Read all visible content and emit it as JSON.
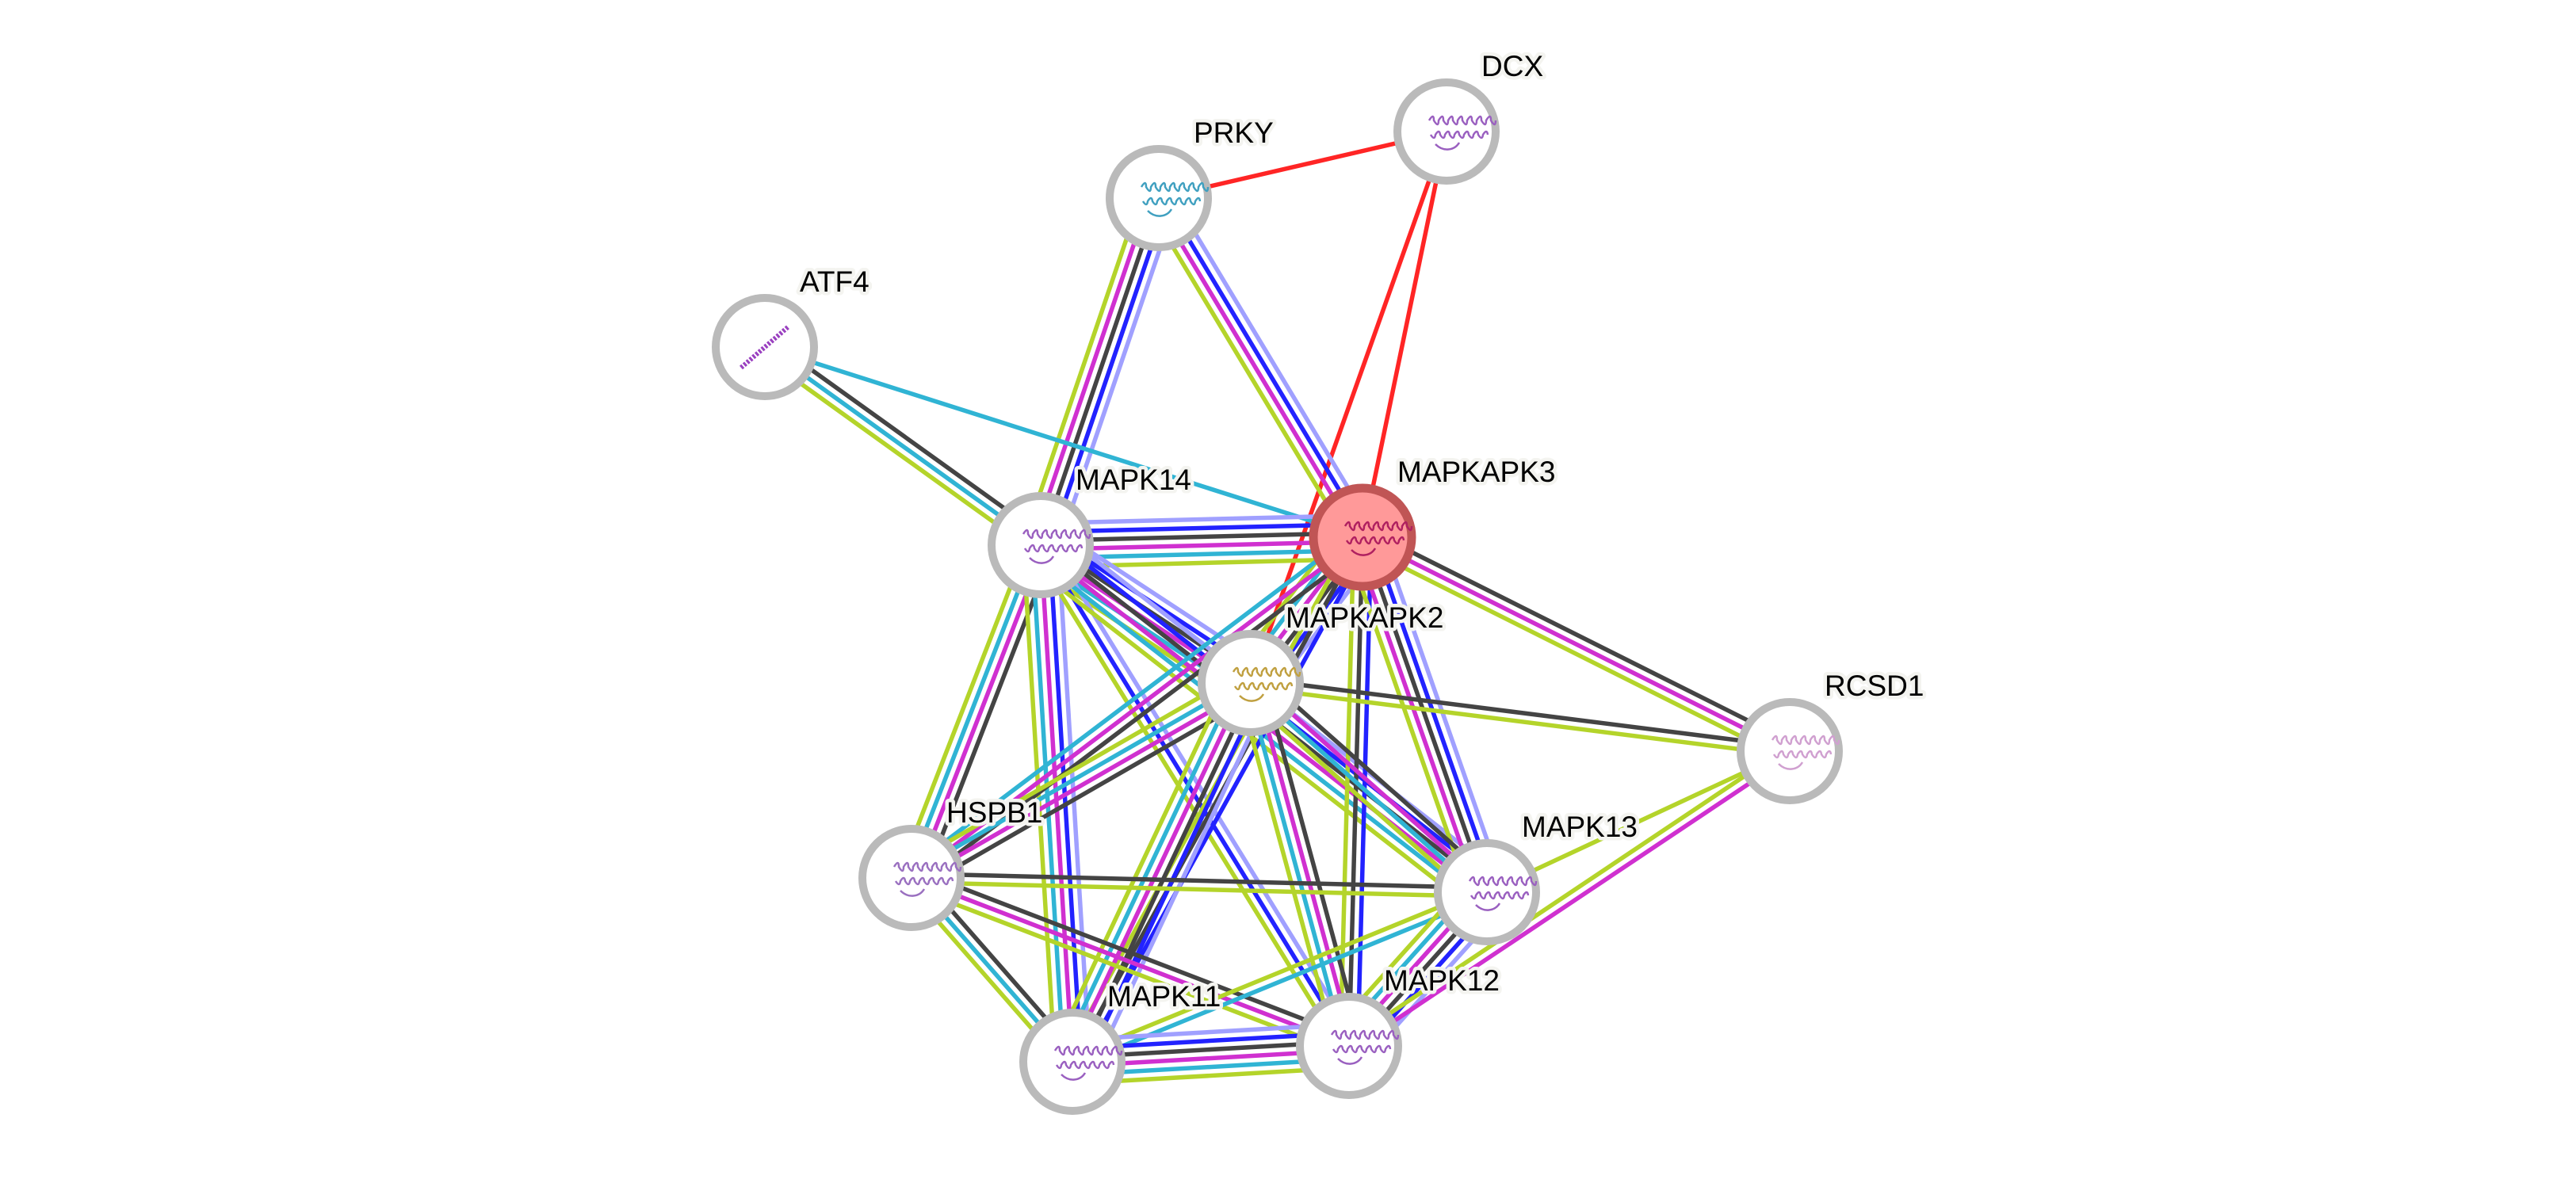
{
  "network": {
    "evidence_colors": {
      "homology": "#a0a0ff",
      "cooccurrence": "#2222ff",
      "coexpression": "#444444",
      "experiments": "#d030d0",
      "databases": "#30b4d4",
      "textmining": "#b4d42a",
      "fusion": "#ff2525"
    },
    "nodes": [
      {
        "name": "DCX",
        "query": false,
        "structure_color": "#9a60c0"
      },
      {
        "name": "PRKY",
        "query": false,
        "structure_color": "#40a0c0"
      },
      {
        "name": "ATF4",
        "query": false,
        "structure_color": "#9a40c0"
      },
      {
        "name": "MAPK14",
        "query": false,
        "structure_color": "#9a60c0"
      },
      {
        "name": "MAPKAPK3",
        "query": true,
        "structure_color": "#b02060"
      },
      {
        "name": "MAPKAPK2",
        "query": false,
        "structure_color": "#c0a040"
      },
      {
        "name": "RCSD1",
        "query": false,
        "structure_color": "#d0a0d0"
      },
      {
        "name": "HSPB1",
        "query": false,
        "structure_color": "#9a70c0"
      },
      {
        "name": "MAPK13",
        "query": false,
        "structure_color": "#9a60c0"
      },
      {
        "name": "MAPK11",
        "query": false,
        "structure_color": "#9a60c0"
      },
      {
        "name": "MAPK12",
        "query": false,
        "structure_color": "#9a60c0"
      }
    ],
    "edges": [
      {
        "a": "PRKY",
        "b": "DCX",
        "ev": [
          "fusion"
        ]
      },
      {
        "a": "DCX",
        "b": "MAPKAPK3",
        "ev": [
          "fusion"
        ]
      },
      {
        "a": "DCX",
        "b": "MAPKAPK2",
        "ev": [
          "fusion"
        ]
      },
      {
        "a": "PRKY",
        "b": "MAPK14",
        "ev": [
          "homology",
          "cooccurrence",
          "coexpression",
          "experiments",
          "textmining"
        ]
      },
      {
        "a": "PRKY",
        "b": "MAPKAPK3",
        "ev": [
          "homology",
          "cooccurrence",
          "experiments",
          "textmining"
        ]
      },
      {
        "a": "ATF4",
        "b": "MAPKAPK3",
        "ev": [
          "databases"
        ]
      },
      {
        "a": "ATF4",
        "b": "MAPK14",
        "ev": [
          "coexpression",
          "databases",
          "textmining"
        ]
      },
      {
        "a": "MAPK14",
        "b": "MAPKAPK3",
        "ev": [
          "homology",
          "cooccurrence",
          "coexpression",
          "experiments",
          "databases",
          "textmining"
        ]
      },
      {
        "a": "MAPK14",
        "b": "MAPKAPK2",
        "ev": [
          "homology",
          "cooccurrence",
          "coexpression",
          "experiments",
          "databases",
          "textmining"
        ]
      },
      {
        "a": "MAPK14",
        "b": "HSPB1",
        "ev": [
          "coexpression",
          "experiments",
          "databases",
          "textmining"
        ]
      },
      {
        "a": "MAPK14",
        "b": "MAPK11",
        "ev": [
          "homology",
          "cooccurrence",
          "experiments",
          "databases",
          "textmining"
        ]
      },
      {
        "a": "MAPK14",
        "b": "MAPK12",
        "ev": [
          "homology",
          "cooccurrence",
          "textmining"
        ]
      },
      {
        "a": "MAPK14",
        "b": "MAPK13",
        "ev": [
          "homology",
          "cooccurrence",
          "coexpression",
          "experiments",
          "databases",
          "textmining"
        ]
      },
      {
        "a": "MAPKAPK3",
        "b": "MAPKAPK2",
        "ev": [
          "homology",
          "cooccurrence",
          "coexpression",
          "experiments",
          "databases",
          "textmining"
        ]
      },
      {
        "a": "MAPKAPK3",
        "b": "RCSD1",
        "ev": [
          "coexpression",
          "experiments",
          "textmining"
        ]
      },
      {
        "a": "MAPKAPK3",
        "b": "HSPB1",
        "ev": [
          "coexpression",
          "experiments",
          "databases"
        ]
      },
      {
        "a": "MAPKAPK3",
        "b": "MAPK11",
        "ev": [
          "cooccurrence",
          "coexpression",
          "textmining"
        ]
      },
      {
        "a": "MAPKAPK3",
        "b": "MAPK12",
        "ev": [
          "cooccurrence",
          "coexpression",
          "textmining"
        ]
      },
      {
        "a": "MAPKAPK3",
        "b": "MAPK13",
        "ev": [
          "homology",
          "cooccurrence",
          "coexpression",
          "experiments",
          "textmining"
        ]
      },
      {
        "a": "MAPKAPK2",
        "b": "RCSD1",
        "ev": [
          "coexpression",
          "textmining"
        ]
      },
      {
        "a": "MAPKAPK2",
        "b": "HSPB1",
        "ev": [
          "coexpression",
          "experiments",
          "databases",
          "textmining"
        ]
      },
      {
        "a": "MAPKAPK2",
        "b": "MAPK11",
        "ev": [
          "homology",
          "cooccurrence",
          "coexpression",
          "experiments",
          "databases",
          "textmining"
        ]
      },
      {
        "a": "MAPKAPK2",
        "b": "MAPK12",
        "ev": [
          "coexpression",
          "experiments",
          "databases",
          "textmining"
        ]
      },
      {
        "a": "MAPKAPK2",
        "b": "MAPK13",
        "ev": [
          "coexpression",
          "experiments",
          "databases",
          "textmining"
        ]
      },
      {
        "a": "HSPB1",
        "b": "MAPK13",
        "ev": [
          "coexpression",
          "textmining"
        ]
      },
      {
        "a": "HSPB1",
        "b": "MAPK11",
        "ev": [
          "coexpression",
          "databases",
          "textmining"
        ]
      },
      {
        "a": "HSPB1",
        "b": "MAPK12",
        "ev": [
          "coexpression",
          "experiments",
          "textmining"
        ]
      },
      {
        "a": "MAPK13",
        "b": "MAPK11",
        "ev": [
          "databases",
          "textmining"
        ]
      },
      {
        "a": "MAPK13",
        "b": "MAPK12",
        "ev": [
          "homology",
          "cooccurrence",
          "coexpression",
          "experiments",
          "databases",
          "textmining"
        ]
      },
      {
        "a": "MAPK11",
        "b": "MAPK12",
        "ev": [
          "homology",
          "cooccurrence",
          "coexpression",
          "experiments",
          "databases",
          "textmining"
        ]
      },
      {
        "a": "RCSD1",
        "b": "MAPK13",
        "ev": [
          "textmining"
        ]
      },
      {
        "a": "RCSD1",
        "b": "MAPK12",
        "ev": [
          "experiments",
          "textmining"
        ]
      }
    ]
  }
}
